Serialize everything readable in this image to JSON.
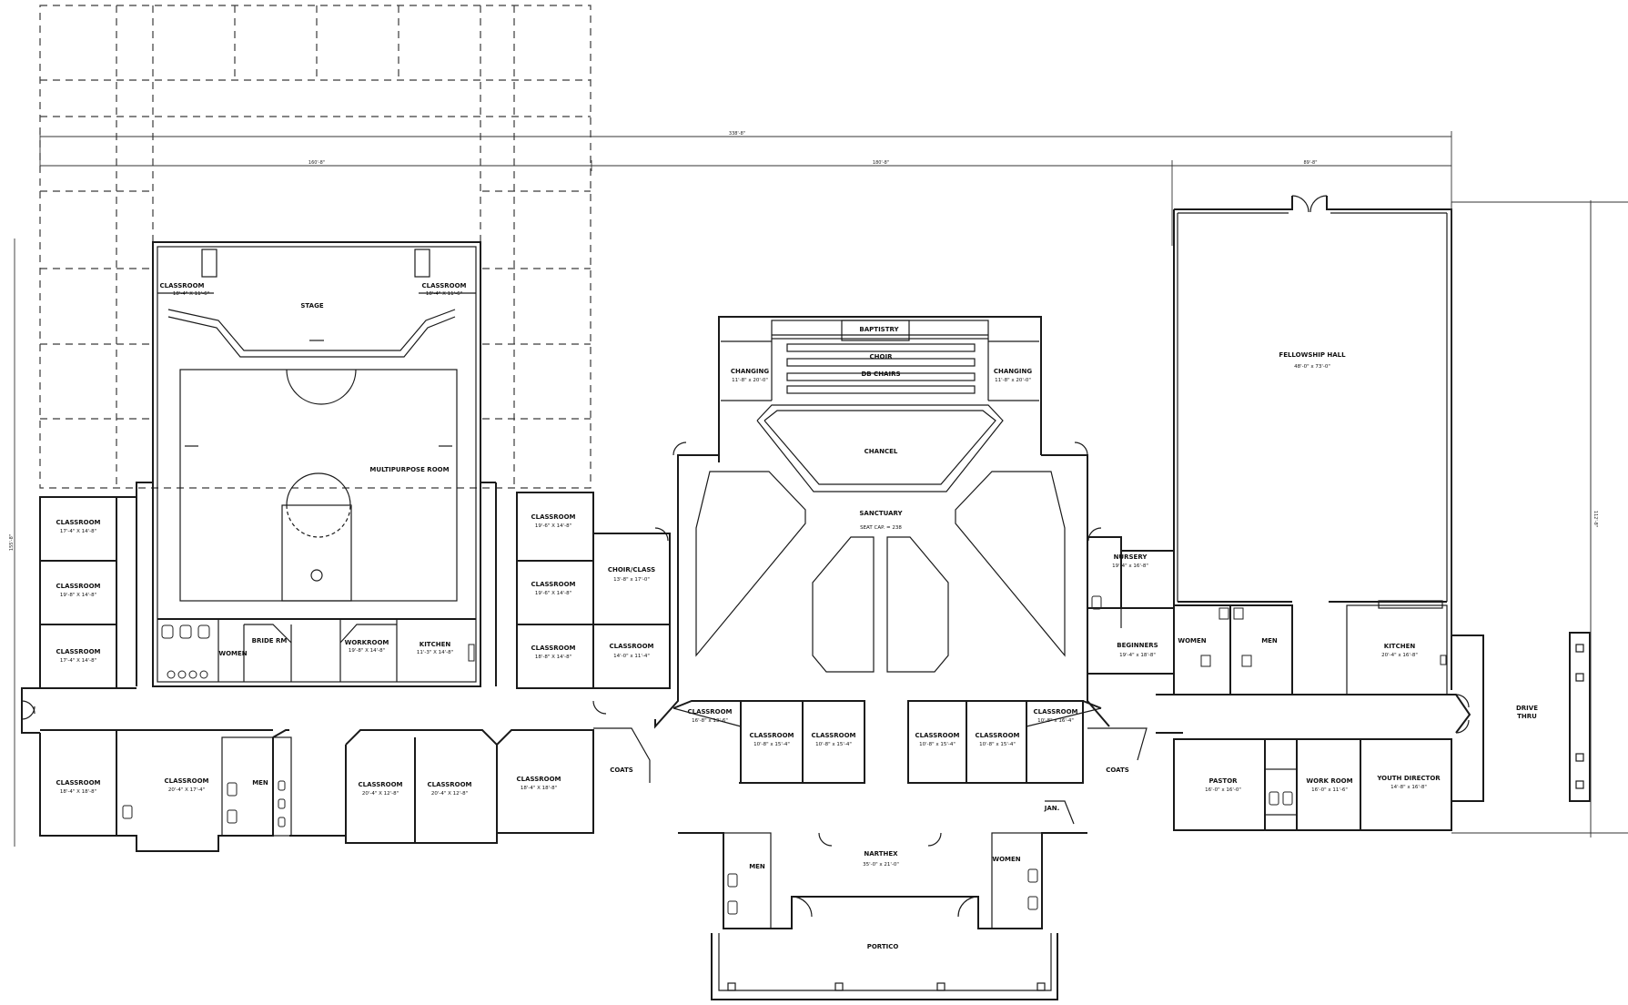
{
  "rooms": {
    "classroom_stage_l": {
      "label": "CLASSROOM",
      "size": "18'-4\" X 11'-6\""
    },
    "stage": {
      "label": "STAGE"
    },
    "classroom_stage_r": {
      "label": "CLASSROOM",
      "size": "18'-4\" X 11'-6\""
    },
    "multipurpose": {
      "label": "MULTIPURPOSE ROOM"
    },
    "classroom_w1": {
      "label": "CLASSROOM",
      "size": "17'-4\" X 14'-8\""
    },
    "classroom_w2": {
      "label": "CLASSROOM",
      "size": "19'-8\" X 14'-8\""
    },
    "classroom_w3": {
      "label": "CLASSROOM",
      "size": "17'-4\" X 14'-8\""
    },
    "women_w": {
      "label": "WOMEN"
    },
    "bride_rm": {
      "label": "BRIDE RM"
    },
    "workroom": {
      "label": "WORKROOM",
      "size": "19'-8\" X 14'-8\""
    },
    "kitchen_w": {
      "label": "KITCHEN",
      "size": "11'-3\" X 14'-8\""
    },
    "classroom_c1": {
      "label": "CLASSROOM",
      "size": "19'-6\" X 14'-8\""
    },
    "classroom_c2": {
      "label": "CLASSROOM",
      "size": "19'-6\" X 14'-8\""
    },
    "classroom_c3": {
      "label": "CLASSROOM",
      "size": "18'-8\" X 14'-8\""
    },
    "choir_class": {
      "label": "CHOIR/CLASS",
      "size": "13'-8\" x 17'-0\""
    },
    "classroom_c4": {
      "label": "CLASSROOM",
      "size": "14'-0\" x 11'-4\""
    },
    "classroom_sw1": {
      "label": "CLASSROOM",
      "size": "18'-4\" X 18'-8\""
    },
    "classroom_sw2": {
      "label": "CLASSROOM",
      "size": "20'-4\" X 17'-4\""
    },
    "men_sw": {
      "label": "MEN"
    },
    "classroom_sw3": {
      "label": "CLASSROOM",
      "size": "20'-4\" X 12'-8\""
    },
    "classroom_sw4": {
      "label": "CLASSROOM",
      "size": "20'-4\" X 12'-8\""
    },
    "classroom_sw5": {
      "label": "CLASSROOM",
      "size": "18'-4\" X 18'-8\""
    },
    "coats_w": {
      "label": "COATS"
    },
    "baptistry": {
      "label": "BAPTISTRY"
    },
    "choir": {
      "label": "CHOIR"
    },
    "chairs": {
      "label": "DB CHAIRS"
    },
    "changing_l": {
      "label": "CHANGING",
      "size": "11'-8\" x 20'-0\""
    },
    "changing_r": {
      "label": "CHANGING",
      "size": "11'-8\" x 20'-0\""
    },
    "chancel": {
      "label": "CHANCEL"
    },
    "sanctuary": {
      "label": "SANCTUARY",
      "size": "SEAT CAP. = 238"
    },
    "classroom_s1": {
      "label": "CLASSROOM",
      "size": "16'-8\" x 13'-6\""
    },
    "classroom_s2": {
      "label": "CLASSROOM",
      "size": "10'-8\" x 15'-4\""
    },
    "classroom_s3": {
      "label": "CLASSROOM",
      "size": "10'-8\" x 15'-4\""
    },
    "classroom_s4": {
      "label": "CLASSROOM",
      "size": "10'-8\" x 15'-4\""
    },
    "classroom_s5": {
      "label": "CLASSROOM",
      "size": "10'-8\" x 15'-4\""
    },
    "classroom_s6": {
      "label": "CLASSROOM",
      "size": "10'-8\" x 16'-4\""
    },
    "narthex": {
      "label": "NARTHEX",
      "size": "35'-0\" x 21'-0\""
    },
    "men_n": {
      "label": "MEN"
    },
    "women_n": {
      "label": "WOMEN"
    },
    "portico": {
      "label": "PORTICO"
    },
    "jan": {
      "label": "JAN."
    },
    "coats_e": {
      "label": "COATS"
    },
    "nursery": {
      "label": "NURSERY",
      "size": "19'-4\" x 16'-8\""
    },
    "beginners": {
      "label": "BEGINNERS",
      "size": "19'-4\" x 18'-8\""
    },
    "fellowship": {
      "label": "FELLOWSHIP HALL",
      "size": "48'-0\" x 73'-0\""
    },
    "women_e": {
      "label": "WOMEN"
    },
    "men_e": {
      "label": "MEN"
    },
    "kitchen_e": {
      "label": "KITCHEN",
      "size": "20'-4\" x 16'-8\""
    },
    "pastor": {
      "label": "PASTOR",
      "size": "16'-0\" x 16'-0\""
    },
    "work_room": {
      "label": "WORK ROOM",
      "size": "16'-0\" x 11'-6\""
    },
    "youth_director": {
      "label": "YOUTH DIRECTOR",
      "size": "14'-8\" x 16'-8\""
    },
    "drive_thru": {
      "label": "DRIVE",
      "label2": "THRU"
    }
  },
  "dimensions": {
    "overall": "338'-8\"",
    "west": "160'-8\"",
    "center": "180'-8\"",
    "east": "89'-8\"",
    "depth": "155'-8\"",
    "depth_e": "112'-8\""
  }
}
